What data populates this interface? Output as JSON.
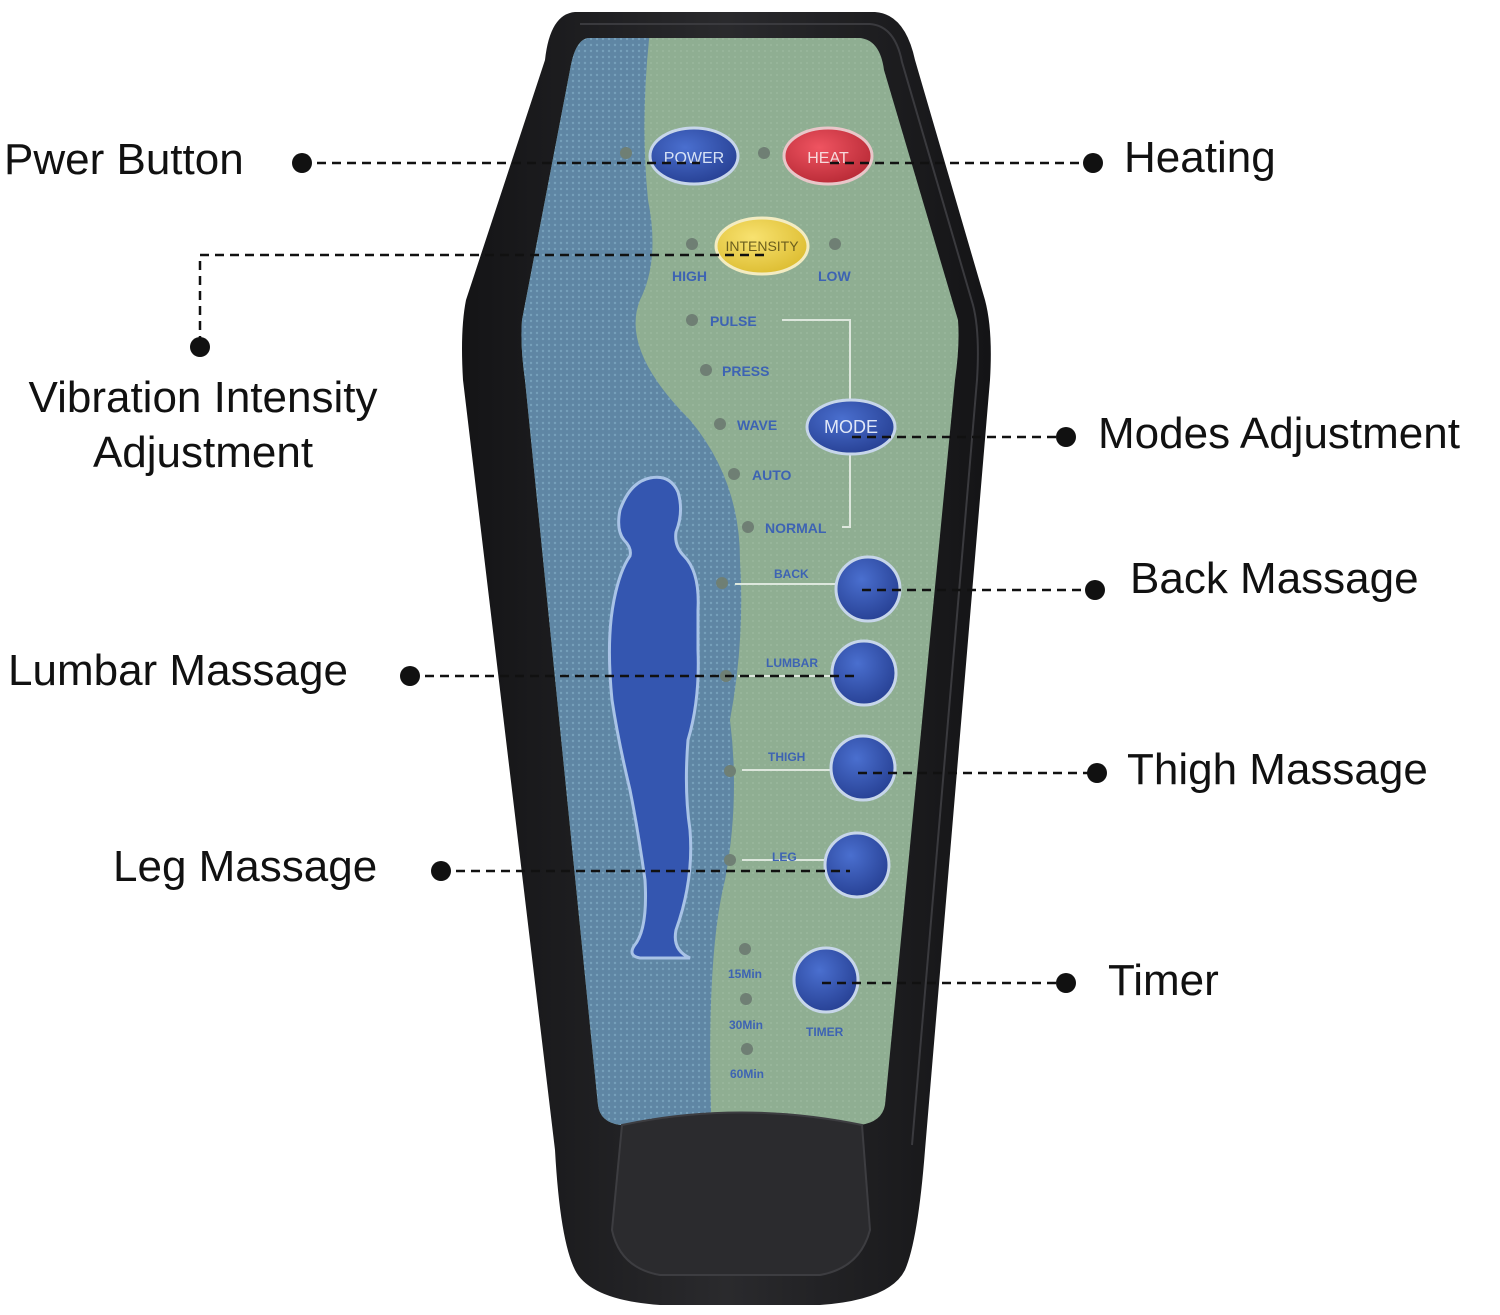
{
  "callouts": {
    "power": "Pwer Button",
    "heating": "Heating",
    "intensity_line1": "Vibration Intensity",
    "intensity_line2": "Adjustment",
    "modes": "Modes Adjustment",
    "back": "Back Massage",
    "lumbar": "Lumbar Massage",
    "thigh": "Thigh Massage",
    "leg": "Leg Massage",
    "timer": "Timer"
  },
  "remote": {
    "power_label": "POWER",
    "heat_label": "HEAT",
    "intensity_label": "INTENSITY",
    "high_label": "HIGH",
    "low_label": "LOW",
    "modes": [
      "PULSE",
      "PRESS",
      "WAVE",
      "AUTO",
      "NORMAL"
    ],
    "mode_label": "MODE",
    "back_label": "BACK",
    "lumbar_label": "LUMBAR",
    "thigh_label": "THIGH",
    "leg_label": "LEG",
    "timer_label": "TIMER",
    "timer_options": [
      "15Min",
      "30Min",
      "60Min"
    ]
  },
  "colors": {
    "power_button": "#2e4fa8",
    "heat_button": "#d83a48",
    "intensity_button": "#f0d24a",
    "massage_button": "#2e4fa8",
    "panel_green": "#8fae92",
    "panel_blue": "#5f86a4",
    "body_silhouette": "#3456b0",
    "shell": "#1f1f21"
  }
}
